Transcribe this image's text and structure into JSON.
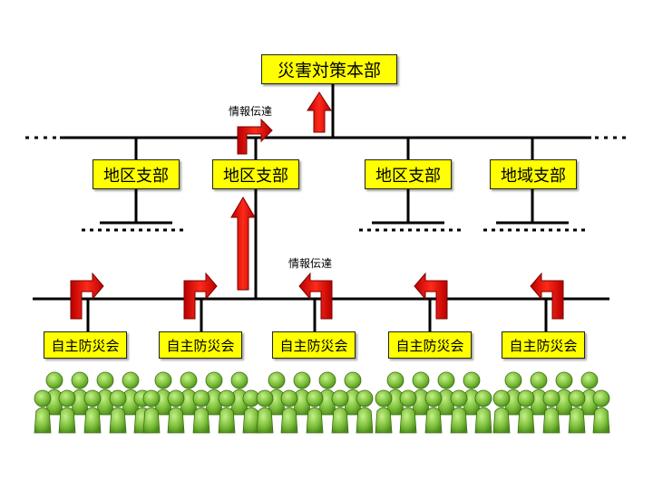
{
  "headquarters": {
    "label": "災害対策本部"
  },
  "branches": [
    {
      "label": "地区支部"
    },
    {
      "label": "地区支部"
    },
    {
      "label": "地区支部"
    },
    {
      "label": "地域支部"
    }
  ],
  "associations": [
    {
      "label": "自主防災会"
    },
    {
      "label": "自主防災会"
    },
    {
      "label": "自主防災会"
    },
    {
      "label": "自主防災会"
    },
    {
      "label": "自主防災会"
    }
  ],
  "annotations": {
    "upper_info": "情報伝達",
    "lower_info": "情報伝達"
  },
  "colors": {
    "box_fill": "#ffff00",
    "arrow_red": "#e01010",
    "person_green": "#7cc03a",
    "line": "#000000"
  }
}
